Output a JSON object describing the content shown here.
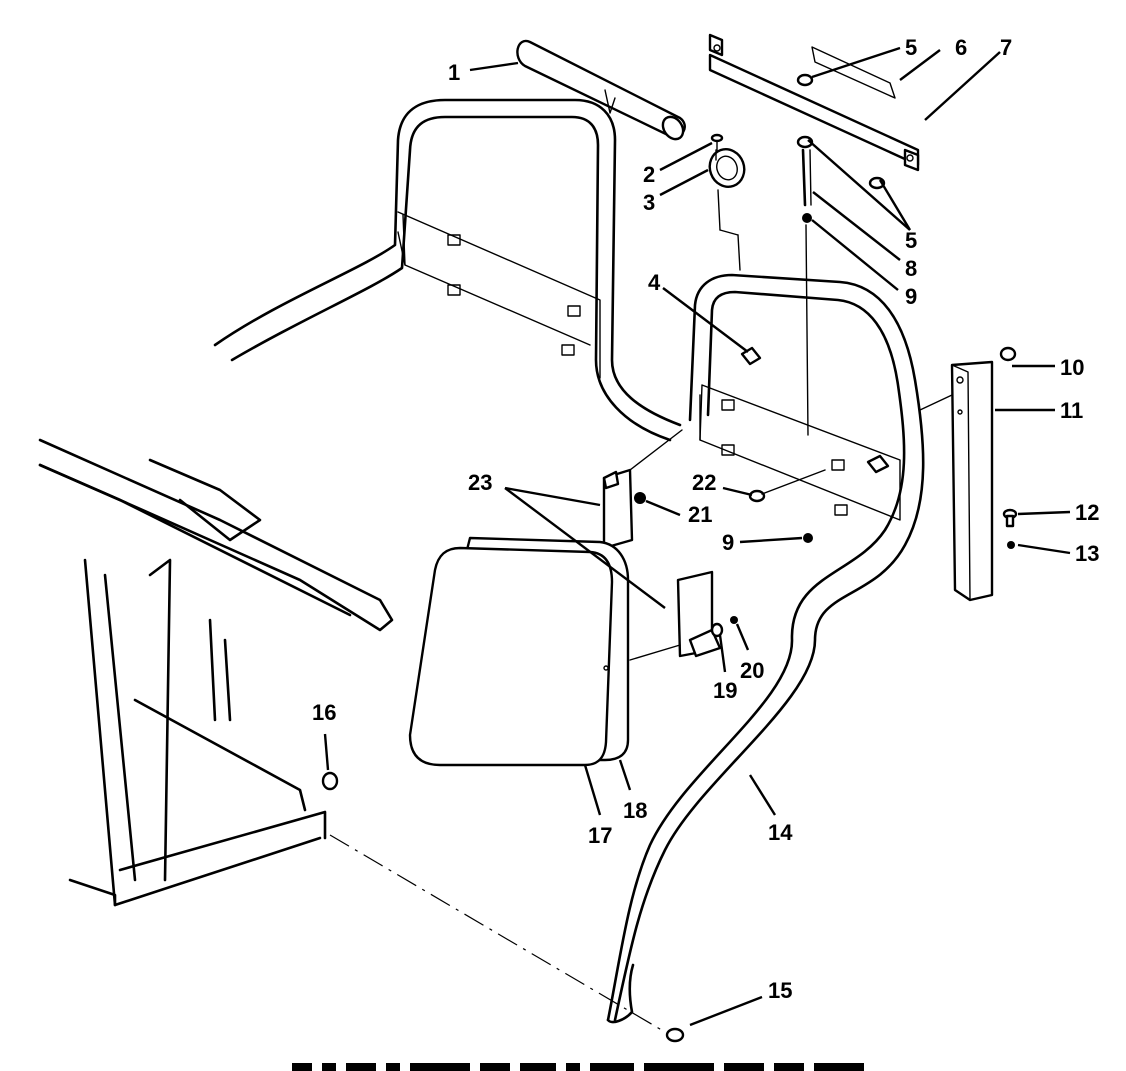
{
  "callouts": [
    {
      "id": "c1",
      "label": "1"
    },
    {
      "id": "c2",
      "label": "2"
    },
    {
      "id": "c3",
      "label": "3"
    },
    {
      "id": "c4",
      "label": "4"
    },
    {
      "id": "c5a",
      "label": "5"
    },
    {
      "id": "c6",
      "label": "6"
    },
    {
      "id": "c7",
      "label": "7"
    },
    {
      "id": "c5b",
      "label": "5"
    },
    {
      "id": "c8",
      "label": "8"
    },
    {
      "id": "c9a",
      "label": "9"
    },
    {
      "id": "c10",
      "label": "10"
    },
    {
      "id": "c11",
      "label": "11"
    },
    {
      "id": "c12",
      "label": "12"
    },
    {
      "id": "c13",
      "label": "13"
    },
    {
      "id": "c23",
      "label": "23"
    },
    {
      "id": "c22",
      "label": "22"
    },
    {
      "id": "c21",
      "label": "21"
    },
    {
      "id": "c9b",
      "label": "9"
    },
    {
      "id": "c20",
      "label": "20"
    },
    {
      "id": "c19",
      "label": "19"
    },
    {
      "id": "c16",
      "label": "16"
    },
    {
      "id": "c17",
      "label": "17"
    },
    {
      "id": "c18",
      "label": "18"
    },
    {
      "id": "c14",
      "label": "14"
    },
    {
      "id": "c15",
      "label": "15"
    }
  ]
}
